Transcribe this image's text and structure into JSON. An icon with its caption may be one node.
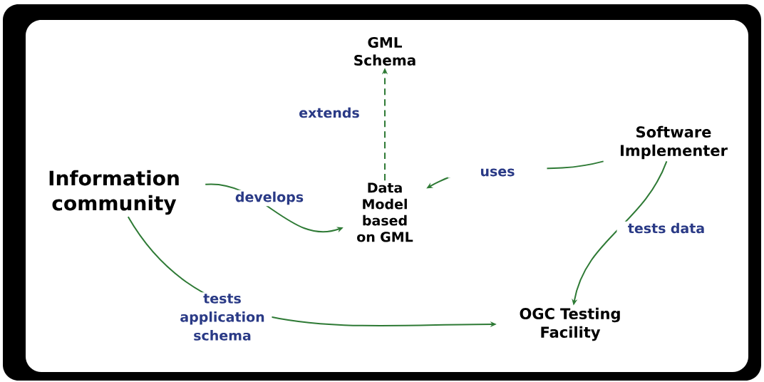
{
  "diagram": {
    "nodes": [
      {
        "text": [
          "GML Schema"
        ]
      },
      {
        "text": [
          "Information community"
        ]
      },
      {
        "text": [
          "Data Model based on GML"
        ]
      },
      {
        "text": [
          "Software Implementer"
        ]
      },
      {
        "text": [
          "OGC Testing Facility"
        ]
      }
    ],
    "edges": [
      {
        "from": 2,
        "to": 0,
        "arrow": "to",
        "label": "extends",
        "style": "dashed"
      },
      {
        "from": 1,
        "to": 2,
        "arrow": "to",
        "label": "develops"
      },
      {
        "from": 3,
        "to": 2,
        "arrow": "to",
        "label": "uses"
      },
      {
        "from": 1,
        "to": 4,
        "arrow": "to",
        "label": "tests application schema"
      },
      {
        "from": 3,
        "to": 4,
        "arrow": "to",
        "label": "tests data"
      }
    ]
  }
}
